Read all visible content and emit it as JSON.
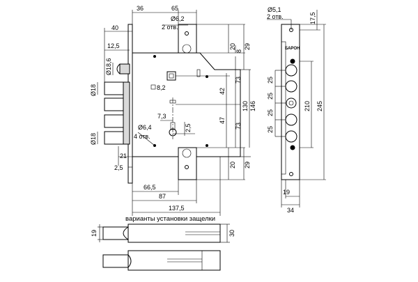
{
  "main_view": {
    "dims": {
      "d36": "36",
      "d65": "65",
      "d_hole_62": "Ø6,2",
      "d_2holes_a": "2 отв.",
      "d40": "40",
      "d125": "12,5",
      "d186": "Ø18,6",
      "d18a": "Ø18",
      "d18b": "Ø18",
      "d21": "21",
      "d25": "2,5",
      "d665": "66,5",
      "d87": "87",
      "d1375": "137,5",
      "d20_top": "20",
      "d8": "8",
      "d29_top": "29",
      "d73_top": "73",
      "d42": "42",
      "d130": "130",
      "d146": "146",
      "d47": "47",
      "d73_bottom": "73",
      "d20_bottom": "20",
      "d29_bottom": "29",
      "sq82": "8,2",
      "d73": "7,3",
      "d64": "Ø6,4",
      "d4holes": "4 отв.",
      "d25b": "2,5"
    }
  },
  "faceplate": {
    "dims": {
      "d51": "Ø5,1",
      "d2holes": "2 отв.",
      "d175": "17,5",
      "d25_1": "25",
      "d25_2": "25",
      "d25_3": "25",
      "d25_4": "25",
      "d210": "210",
      "d245": "245",
      "d19": "19",
      "d34": "34"
    },
    "brand": "БАРОН"
  },
  "latch_variants": {
    "title": "варианты установки защелки",
    "d19": "19",
    "d30": "30"
  }
}
